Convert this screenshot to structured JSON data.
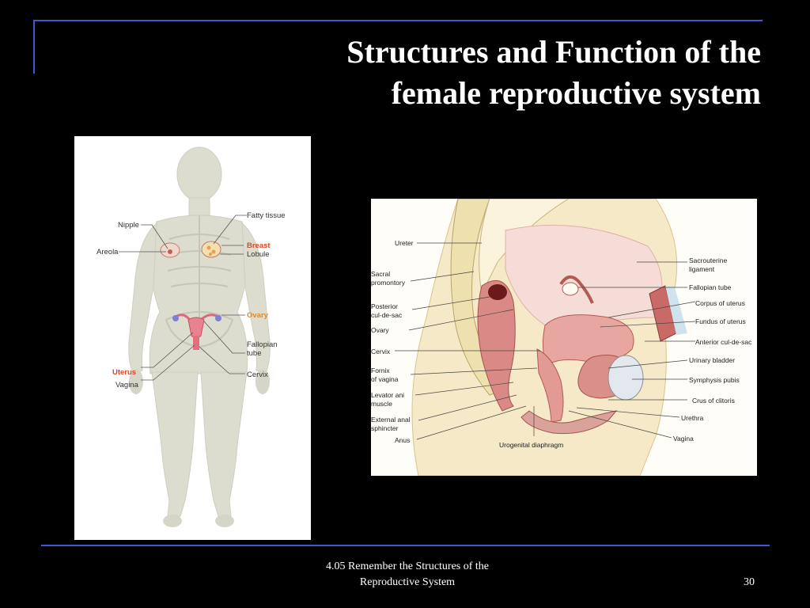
{
  "slide": {
    "title_line1": "Structures and Function of the",
    "title_line2": "female reproductive system",
    "footer_line1": "4.05 Remember the Structures of  the",
    "footer_line2": "Reproductive System",
    "page_number": "30"
  },
  "body_figure": {
    "labels": {
      "nipple": "Nipple",
      "areola": "Areola",
      "fatty_tissue": "Fatty tissue",
      "breast": "Breast",
      "lobule": "Lobule",
      "ovary": "Ovary",
      "fallopian_tube_1": "Fallopian",
      "fallopian_tube_2": "tube",
      "uterus": "Uterus",
      "vagina": "Vagina",
      "cervix": "Cervix"
    }
  },
  "section_figure": {
    "left_labels": {
      "ureter": "Ureter",
      "sacral_1": "Sacral",
      "sacral_2": "promontory",
      "posterior_1": "Posterior",
      "posterior_2": "cul-de-sac",
      "ovary": "Ovary",
      "cervix": "Cervix",
      "fornix_1": "Fornix",
      "fornix_2": "of vagina",
      "levator_1": "Levator ani",
      "levator_2": "muscle",
      "external_1": "External anal",
      "external_2": "sphincter",
      "anus": "Anus"
    },
    "right_labels": {
      "sacrouterine_1": "Sacrouterine",
      "sacrouterine_2": "ligament",
      "fallopian": "Fallopian tube",
      "corpus": "Corpus of uterus",
      "fundus": "Fundus of uterus",
      "anterior": "Anterior cul-de-sac",
      "bladder": "Urinary bladder",
      "symphysis": "Symphysis pubis",
      "crus": "Crus of clitoris",
      "urethra": "Urethra",
      "vagina": "Vagina"
    },
    "bottom_label": "Urogenital diaphragm"
  }
}
